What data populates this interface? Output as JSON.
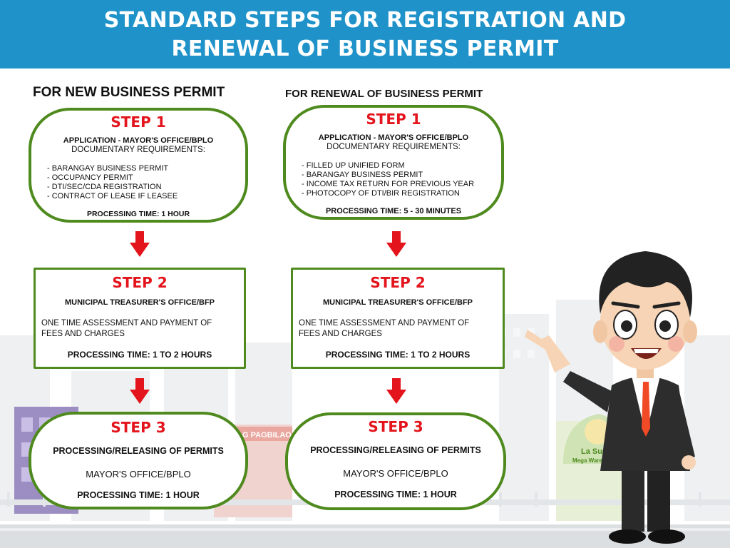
{
  "header": {
    "line1": "STANDARD STEPS FOR REGISTRATION AND",
    "line2": "RENEWAL OF BUSINESS PERMIT"
  },
  "colors": {
    "header_bg": "#1f93c9",
    "box_border": "#4e8a1d",
    "step_red": "#e3141b"
  },
  "new_permit": {
    "title": "FOR NEW BUSINESS PERMIT",
    "step1": {
      "step": "STEP 1",
      "agency": "APPLICATION - MAYOR'S OFFICE/BPLO",
      "req_heading": "DOCUMENTARY REQUIREMENTS:",
      "requirements": [
        "- BARANGAY BUSINESS PERMIT",
        "- OCCUPANCY PERMIT",
        "- DTI/SEC/CDA REGISTRATION",
        "- CONTRACT OF LEASE IF LEASEE"
      ],
      "processing": "PROCESSING TIME: 1 HOUR"
    },
    "step2": {
      "step": "STEP 2",
      "agency": "MUNICIPAL TREASURER'S OFFICE/BFP",
      "desc1": "ONE TIME ASSESSMENT AND PAYMENT OF",
      "desc2": "FEES AND CHARGES",
      "processing": "PROCESSING TIME: 1 TO 2 HOURS"
    },
    "step3": {
      "step": "STEP 3",
      "agency": "PROCESSING/RELEASING OF PERMITS",
      "office": "MAYOR'S OFFICE/BPLO",
      "processing": "PROCESSING TIME: 1 HOUR"
    }
  },
  "renewal_permit": {
    "title": "FOR RENEWAL OF BUSINESS PERMIT",
    "step1": {
      "step": "STEP 1",
      "agency": "APPLICATION - MAYOR'S OFFICE/BPLO",
      "req_heading": "DOCUMENTARY REQUIREMENTS:",
      "requirements": [
        "- FILLED UP UNIFIED FORM",
        "- BARANGAY BUSINESS PERMIT",
        "- INCOME TAX RETURN FOR PREVIOUS YEAR",
        "- PHOTOCOPY OF DTI/BIR REGISTRATION"
      ],
      "processing": "PROCESSING TIME: 5 - 30 MINUTES"
    },
    "step2": {
      "step": "STEP 2",
      "agency": "MUNICIPAL TREASURER'S OFFICE/BFP",
      "desc1": "ONE TIME ASSESSMENT AND PAYMENT OF",
      "desc2": "FEES AND CHARGES",
      "processing": "PROCESSING TIME: 1 TO 2 HOURS"
    },
    "step3": {
      "step": "STEP 3",
      "agency": "PROCESSING/RELEASING OF PERMITS",
      "office": "MAYOR'S OFFICE/BPLO",
      "processing": "PROCESSING TIME: 1 HOUR"
    }
  },
  "background": {
    "sign_left": "G PAGBILAO",
    "store_line1": "La Suer",
    "store_line2": "Mega Wareh"
  }
}
